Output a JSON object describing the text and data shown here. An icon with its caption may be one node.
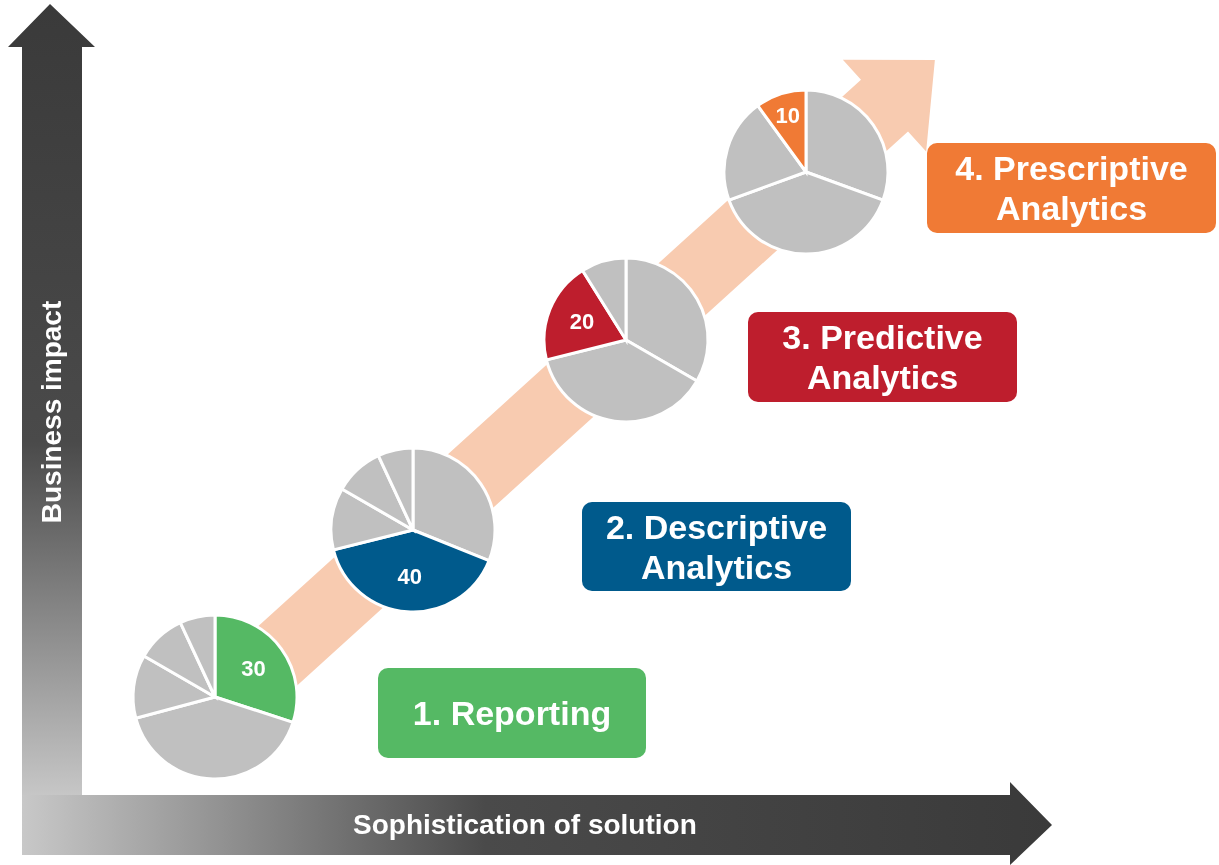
{
  "diagram": {
    "nodes": [
      {
        "text": [
          "30"
        ]
      },
      {
        "text": [
          "1. Reporting"
        ]
      },
      {
        "text": [
          "40"
        ]
      },
      {
        "text": [
          "2. Descriptive Analytics"
        ]
      },
      {
        "text": [
          "20"
        ]
      },
      {
        "text": [
          "3. Predictive Analytics"
        ]
      },
      {
        "text": [
          "10"
        ]
      },
      {
        "text": [
          "4. Prescriptive Analytics"
        ]
      }
    ],
    "edges": [],
    "labels": [
      "Business impact",
      "Sophistication of solution"
    ]
  }
}
